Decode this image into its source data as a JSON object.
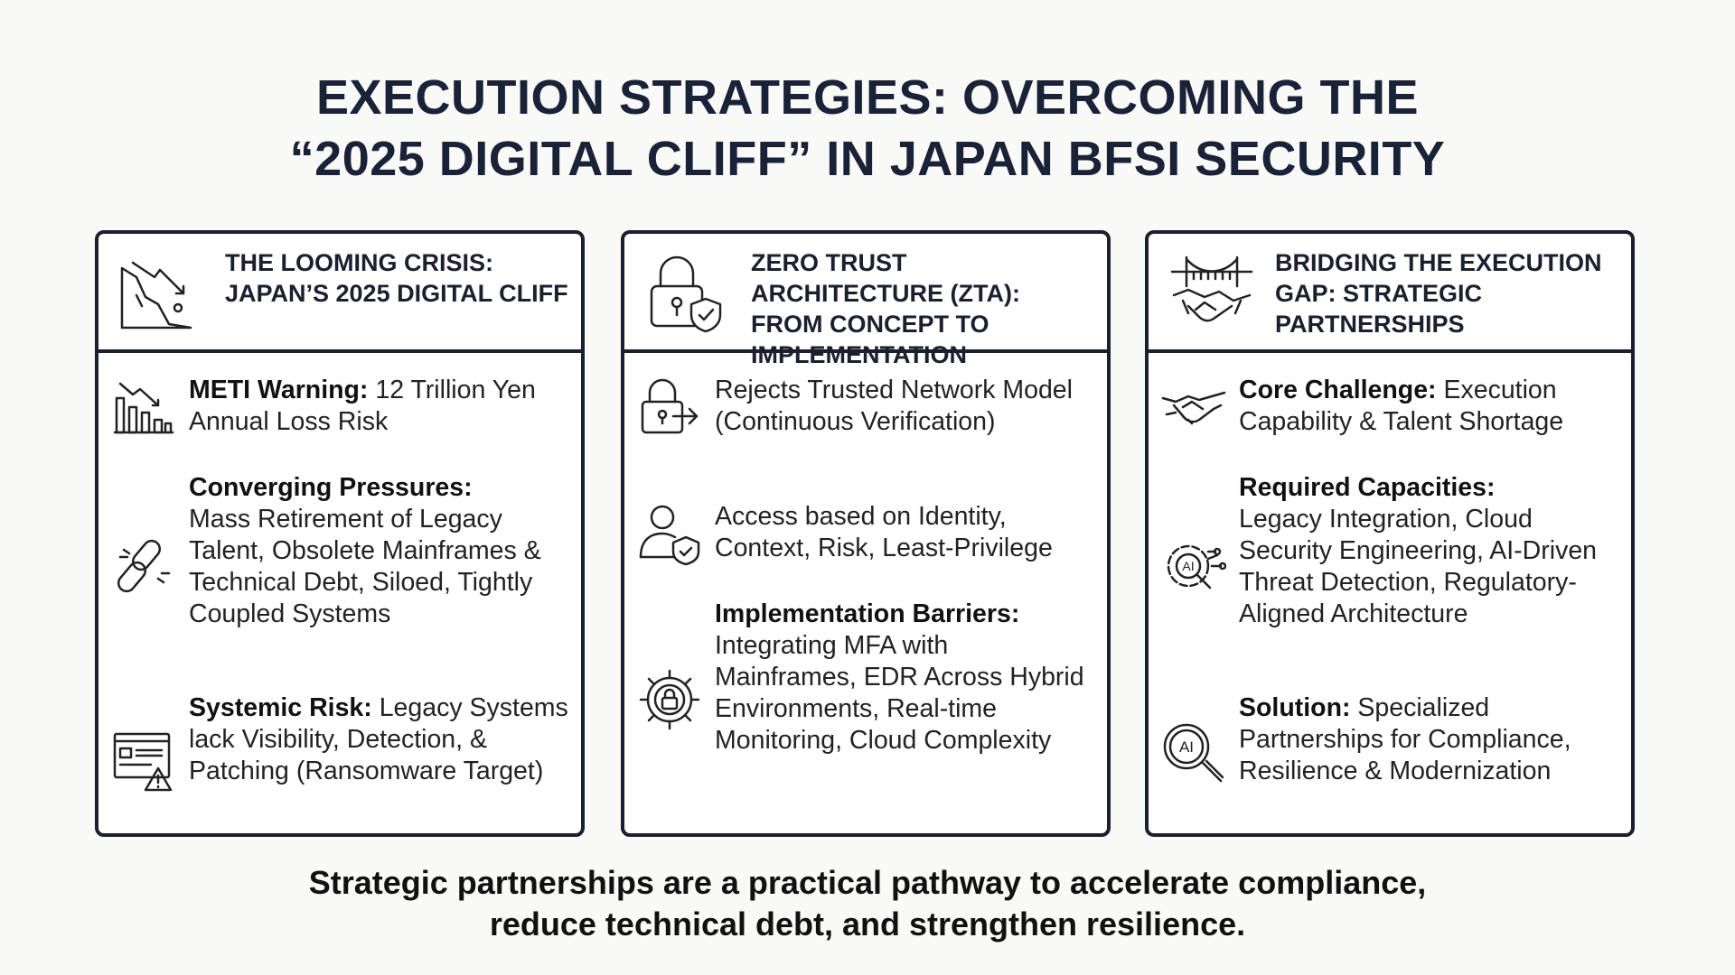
{
  "title": {
    "line1": "EXECUTION STRATEGIES: OVERCOMING THE",
    "line2": "“2025 DIGITAL CLIFF” IN JAPAN BFSI SECURITY"
  },
  "panels": [
    {
      "heading": "THE LOOMING CRISIS: JAPAN’S 2025 DIGITAL CLIFF",
      "icon": "cliff-falling-arrow-icon",
      "items": [
        {
          "label": "METI Warning:",
          "text": " 12 Trillion Yen Annual Loss Risk",
          "icon": "declining-bar-chart-icon"
        },
        {
          "label": "Converging Pressures:",
          "text": " Mass Retirement of Legacy Talent, Obsolete Mainframes & Technical Debt, Siloed, Tightly Coupled Systems",
          "icon": "broken-chain-icon"
        },
        {
          "label": "Systemic Risk:",
          "text": " Legacy Systems lack Visibility, Detection, & Patching (Ransomware Target)",
          "icon": "window-warning-icon"
        }
      ]
    },
    {
      "heading": "ZERO TRUST ARCHITECTURE (ZTA): FROM CONCEPT TO IMPLEMENTATION",
      "icon": "padlock-shield-icon",
      "items": [
        {
          "label": "",
          "text": "Rejects Trusted Network Model (Continuous Verification)",
          "icon": "padlock-arrow-icon"
        },
        {
          "label": "",
          "text": "Access based on Identity, Context, Risk, Least-Privilege",
          "icon": "user-shield-icon"
        },
        {
          "label": "Implementation Barriers:",
          "text": " Integrating MFA with Mainframes, EDR Across Hybrid Environments, Real-time Monitoring, Cloud Complexity",
          "icon": "gear-lock-icon"
        }
      ]
    },
    {
      "heading": "BRIDGING THE EXECUTION GAP: STRATEGIC PARTNERSHIPS",
      "icon": "bridge-handshake-icon",
      "items": [
        {
          "label": "Core Challenge:",
          "text": " Execution Capability & Talent Shortage",
          "icon": "handshake-icon"
        },
        {
          "label": "Required Capacities:",
          "text": " Legacy Integration, Cloud Security Engineering, AI-Driven Threat Detection, Regulatory-Aligned Architecture",
          "icon": "ai-gear-magnifier-icon"
        },
        {
          "label": "Solution:",
          "text": " Specialized Partnerships for Compliance, Resilience & Modernization",
          "icon": "ai-magnifier-icon"
        }
      ]
    }
  ],
  "footer": {
    "line1": "Strategic partnerships are a practical pathway to accelerate compliance,",
    "line2": "reduce technical debt, and strengthen resilience."
  }
}
